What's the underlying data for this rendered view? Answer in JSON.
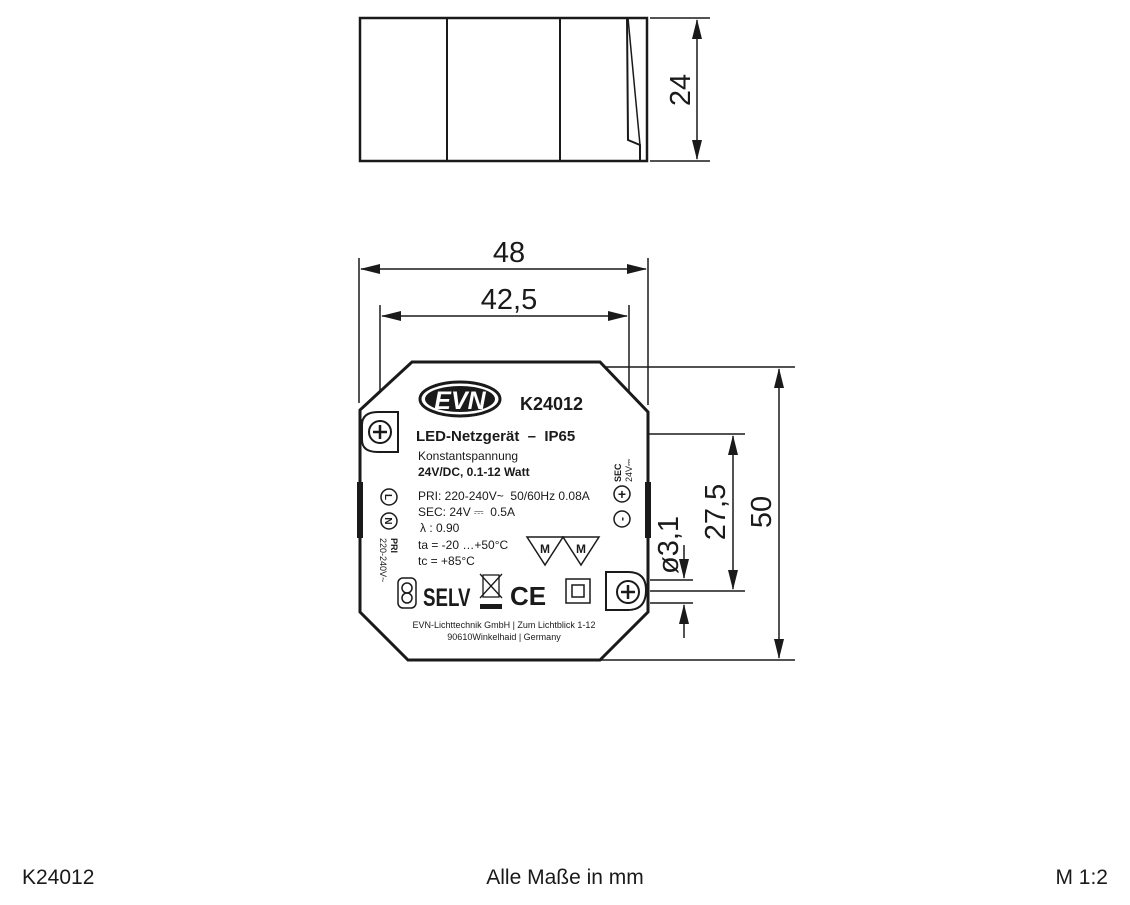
{
  "drawing": {
    "side_view": {
      "height_label": "24"
    },
    "top_view": {
      "width_outer_label": "48",
      "width_inner_label": "42,5",
      "height_outer_label": "50",
      "hole_pitch_label": "27,5",
      "hole_diameter_label": "ø3,1"
    },
    "device": {
      "logo_text": "EVN",
      "model": "K24012",
      "title": "LED-Netzgerät  –  IP65",
      "subtitle": "Konstantspannung",
      "rating": "24V/DC, 0.1-12 Watt",
      "pri_line": "PRI: 220-240V~  50/60Hz 0.08A",
      "sec_line": "SEC: 24V ⎓  0.5A",
      "lambda_line": "λ : 0.90",
      "ta_line": "ta = -20 …+50°C",
      "tc_line": "tc = +85°C",
      "mark_m1": "M",
      "mark_m2": "M",
      "selv": "SELV",
      "ce": "CE",
      "terminal_l": "L",
      "terminal_n": "N",
      "pri_label": "PRI",
      "pri_voltage": "220-240V~",
      "sec_label": "SEC",
      "sec_voltage": "24V⎓",
      "terminal_plus": "+",
      "terminal_minus": "-",
      "company_line1": "EVN-Lichttechnik GmbH | Zum Lichtblick 1-12",
      "company_line2": "90610Winkelhaid | Germany"
    }
  },
  "footer": {
    "left": "K24012",
    "center": "Alle Maße in mm",
    "right": "M 1:2"
  }
}
